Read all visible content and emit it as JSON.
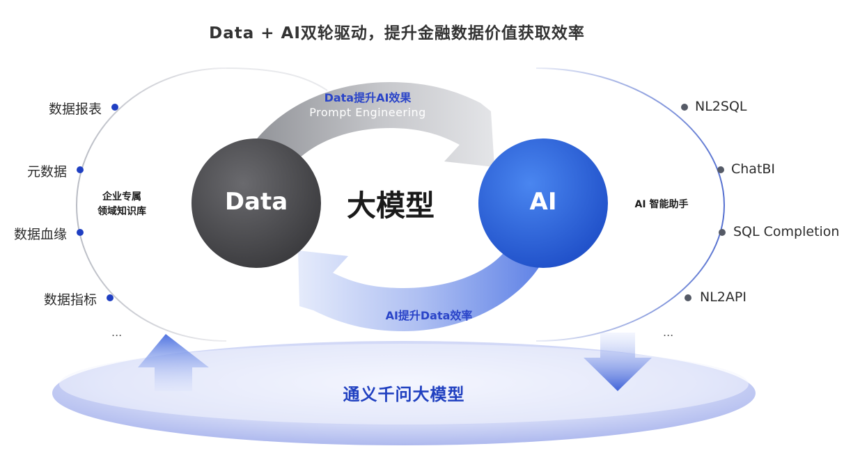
{
  "title": "Data + AI双轮驱动，提升金融数据价值获取效率",
  "left_items": [
    "数据报表",
    "元数据",
    "数据血缘",
    "数据指标"
  ],
  "left_more": "...",
  "left_center": {
    "line1": "企业专属",
    "line2": "领域知识库"
  },
  "right_items": [
    "NL2SQL",
    "ChatBI",
    "SQL Completion",
    "NL2API"
  ],
  "right_more": "...",
  "right_center": "AI 智能助手",
  "data_circle": "Data",
  "ai_circle": "AI",
  "center_label": "大模型",
  "top_arrow": {
    "label": "Data提升AI效果",
    "sublabel": "Prompt Engineering"
  },
  "bottom_arrow": {
    "label": "AI提升Data效率"
  },
  "platform": "通义千问大模型",
  "colors": {
    "data_circle": "#4a4a4d",
    "ai_circle": "#2a5fd8",
    "accent_blue": "#2a44c8",
    "dot_blue": "#1f3fc2",
    "dot_gray": "#555a66"
  }
}
